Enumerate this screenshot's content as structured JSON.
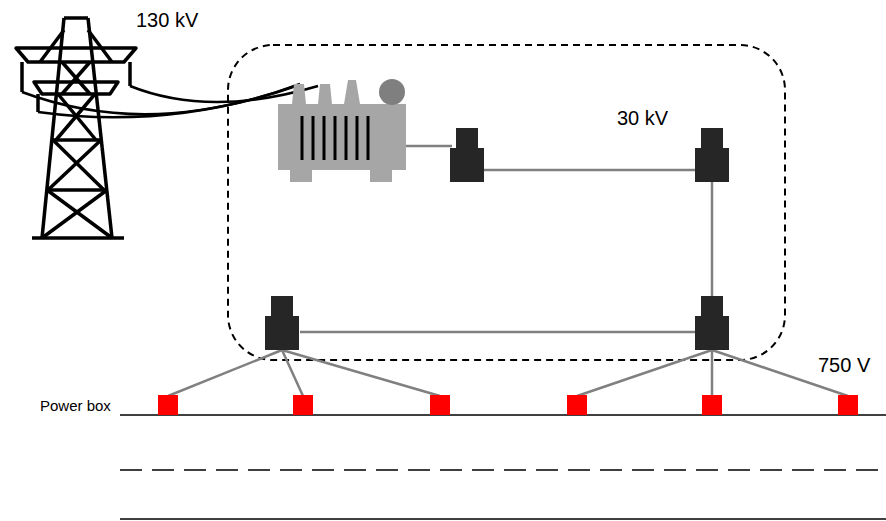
{
  "diagram": {
    "labels": [
      "130 kV",
      "30 kV",
      "750 V",
      "Power box"
    ]
  }
}
